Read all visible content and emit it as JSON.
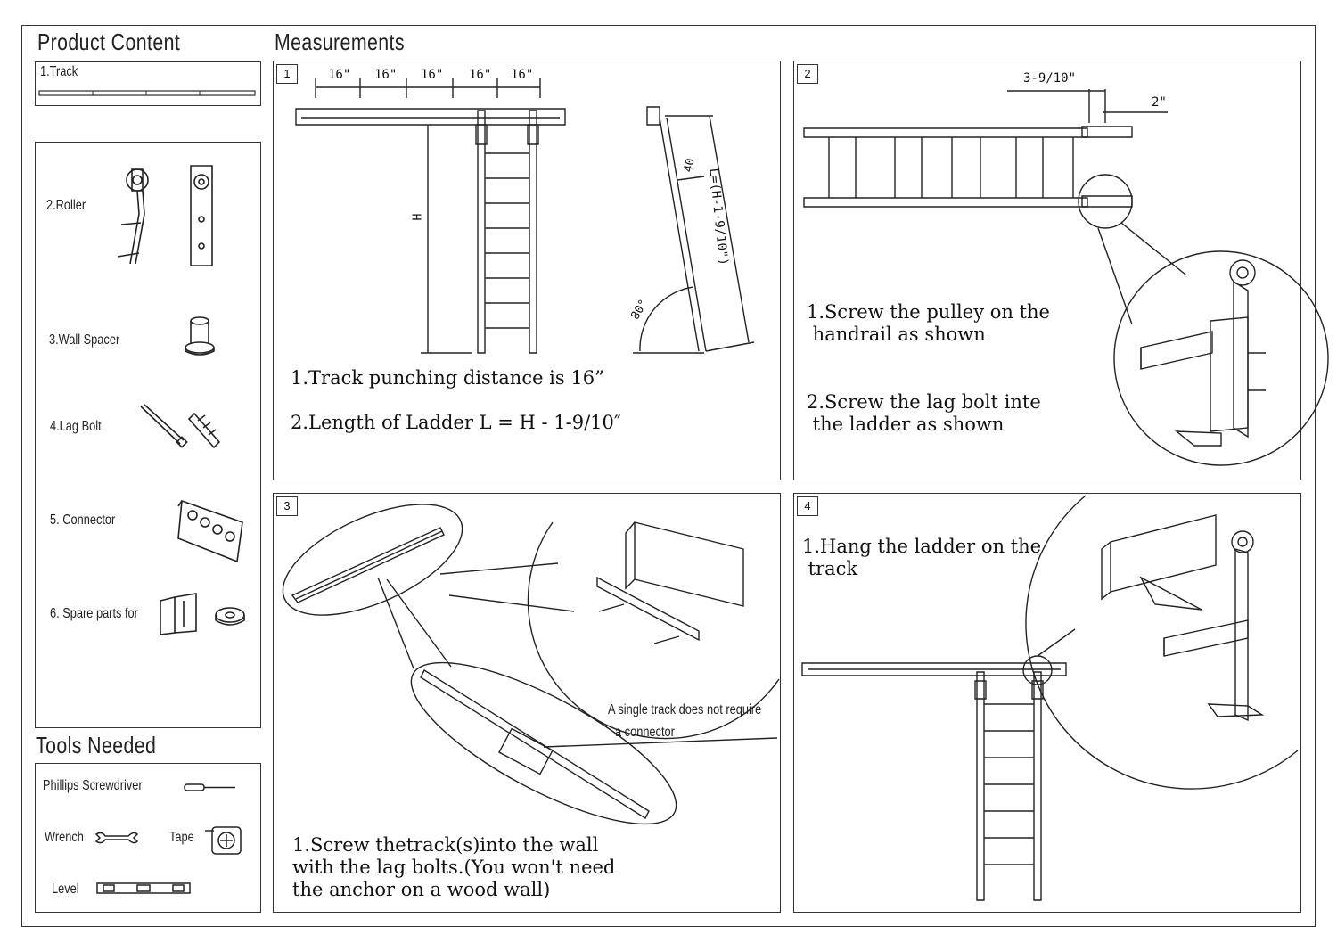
{
  "left_panel": {
    "product_content_title": "Product Content",
    "items": [
      {
        "label": "1.Track",
        "icon": "track-icon"
      },
      {
        "label": "2.Roller",
        "icon": "roller-icon"
      },
      {
        "label": "3.Wall Spacer",
        "icon": "wall-spacer-icon"
      },
      {
        "label": "4.Lag Bolt",
        "icon": "lag-bolt-icon"
      },
      {
        "label": "5. Connector",
        "icon": "connector-icon"
      },
      {
        "label": "6. Spare parts for",
        "icon": "spare-parts-icon"
      }
    ],
    "tools_title": "Tools Needed",
    "tools": [
      {
        "label": "Phillips Screwdriver",
        "icon": "screwdriver-icon"
      },
      {
        "label": "Wrench",
        "icon": "wrench-icon"
      },
      {
        "label": "Tape",
        "icon": "tape-measure-icon"
      },
      {
        "label": "Level",
        "icon": "level-icon"
      }
    ]
  },
  "measurements_title": "Measurements",
  "panels": [
    {
      "number": "1",
      "dims": [
        "16\"",
        "16\"",
        "16\"",
        "16\"",
        "16\""
      ],
      "height_label": "H",
      "offset_label": "40",
      "length_label": "L=(H-1-9/10\")",
      "angle_label": "80°",
      "text": "1.Track punching distance is 16”\n\n2.Length of Ladder L = H - 1-9/10″"
    },
    {
      "number": "2",
      "dim_a": "3-9/10\"",
      "dim_b": "2\"",
      "text_1": "1.Screw the pulley on the\n handrail as shown",
      "text_2": "2.Screw the lag bolt inte\n the ladder as shown"
    },
    {
      "number": "3",
      "callout": "A single track does not require",
      "callout_2": "a connector",
      "text": "1.Screw thetrack(s)into the wall\nwith the lag bolts.(You won't need\nthe anchor on a wood wall)"
    },
    {
      "number": "4",
      "text": "1.Hang the ladder on the\n track"
    }
  ]
}
